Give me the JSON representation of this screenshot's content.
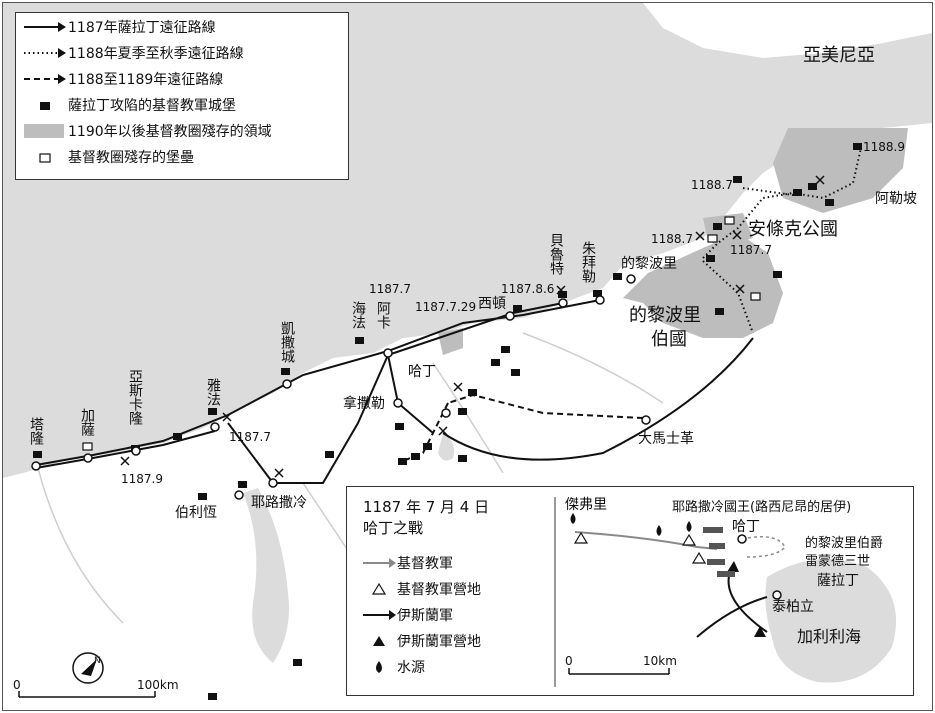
{
  "legend": {
    "route_1187": "1187年薩拉丁遠征路線",
    "route_1188_summer": "1188年夏季至秋季遠征路線",
    "route_1188_1189": "1188至1189年遠征路線",
    "captured_castle": "薩拉丁攻陷的基督教軍城堡",
    "remaining_territory": "1190年以後基督教圈殘存的領域",
    "remaining_fort": "基督教圈殘存的堡壘"
  },
  "regions": {
    "armenia": "亞美尼亞",
    "antioch": "安條克公國",
    "tripoli_county_1": "的黎波里",
    "tripoli_county_2": "伯國"
  },
  "places": {
    "aleppo": "阿勒坡",
    "tripoli": "的黎波里",
    "jubayl": "朱拜勒",
    "beirut": "貝魯特",
    "sidon": "西頓",
    "acre": "阿卡",
    "haifa": "海法",
    "caesarea": "凱撒城",
    "arsuf": "雅法",
    "ascalon": "亞斯卡隆",
    "gaza": "加薩",
    "tarsus": "塔隆",
    "bethlehem": "伯利恆",
    "jerusalem": "耶路撒冷",
    "nablus": "拿撒勒",
    "hattin": "哈丁",
    "damascus": "大馬士革"
  },
  "dates": {
    "d1188_9": "1188.9",
    "d1188_7a": "1188.7",
    "d1188_7b": "1188.7",
    "d1187_7a": "1187.7",
    "d1187_7b": "1187.7",
    "d1187_7_29": "1187.7.29",
    "d1187_8_6": "1187.8.6",
    "d1187_7c": "1187.7",
    "d1187_9": "1187.9"
  },
  "scale": {
    "zero": "0",
    "value": "100km"
  },
  "inset": {
    "title_line1": "1187 年 7 月 4 日",
    "title_line2": "哈丁之戰",
    "legend": {
      "christian_army": "基督教軍",
      "christian_camp": "基督教軍營地",
      "islamic_army": "伊斯蘭軍",
      "islamic_camp": "伊斯蘭軍營地",
      "water": "水源"
    },
    "labels": {
      "sepphoris": "傑弗里",
      "king": "耶路撒冷國王(路西尼昂的居伊)",
      "hattin": "哈丁",
      "raymond_1": "的黎波里伯爵",
      "raymond_2": "雷蒙德三世",
      "saladin": "薩拉丁",
      "tiberias": "泰柏立",
      "galilee": "加利利海"
    },
    "scale": {
      "zero": "0",
      "value": "10km"
    }
  },
  "colors": {
    "land": "#ffffff",
    "sea": "#dcdcdc",
    "territory": "#bdbdbd",
    "route": "#111111",
    "christian_route": "#8a8a8a",
    "border": "#333333"
  }
}
